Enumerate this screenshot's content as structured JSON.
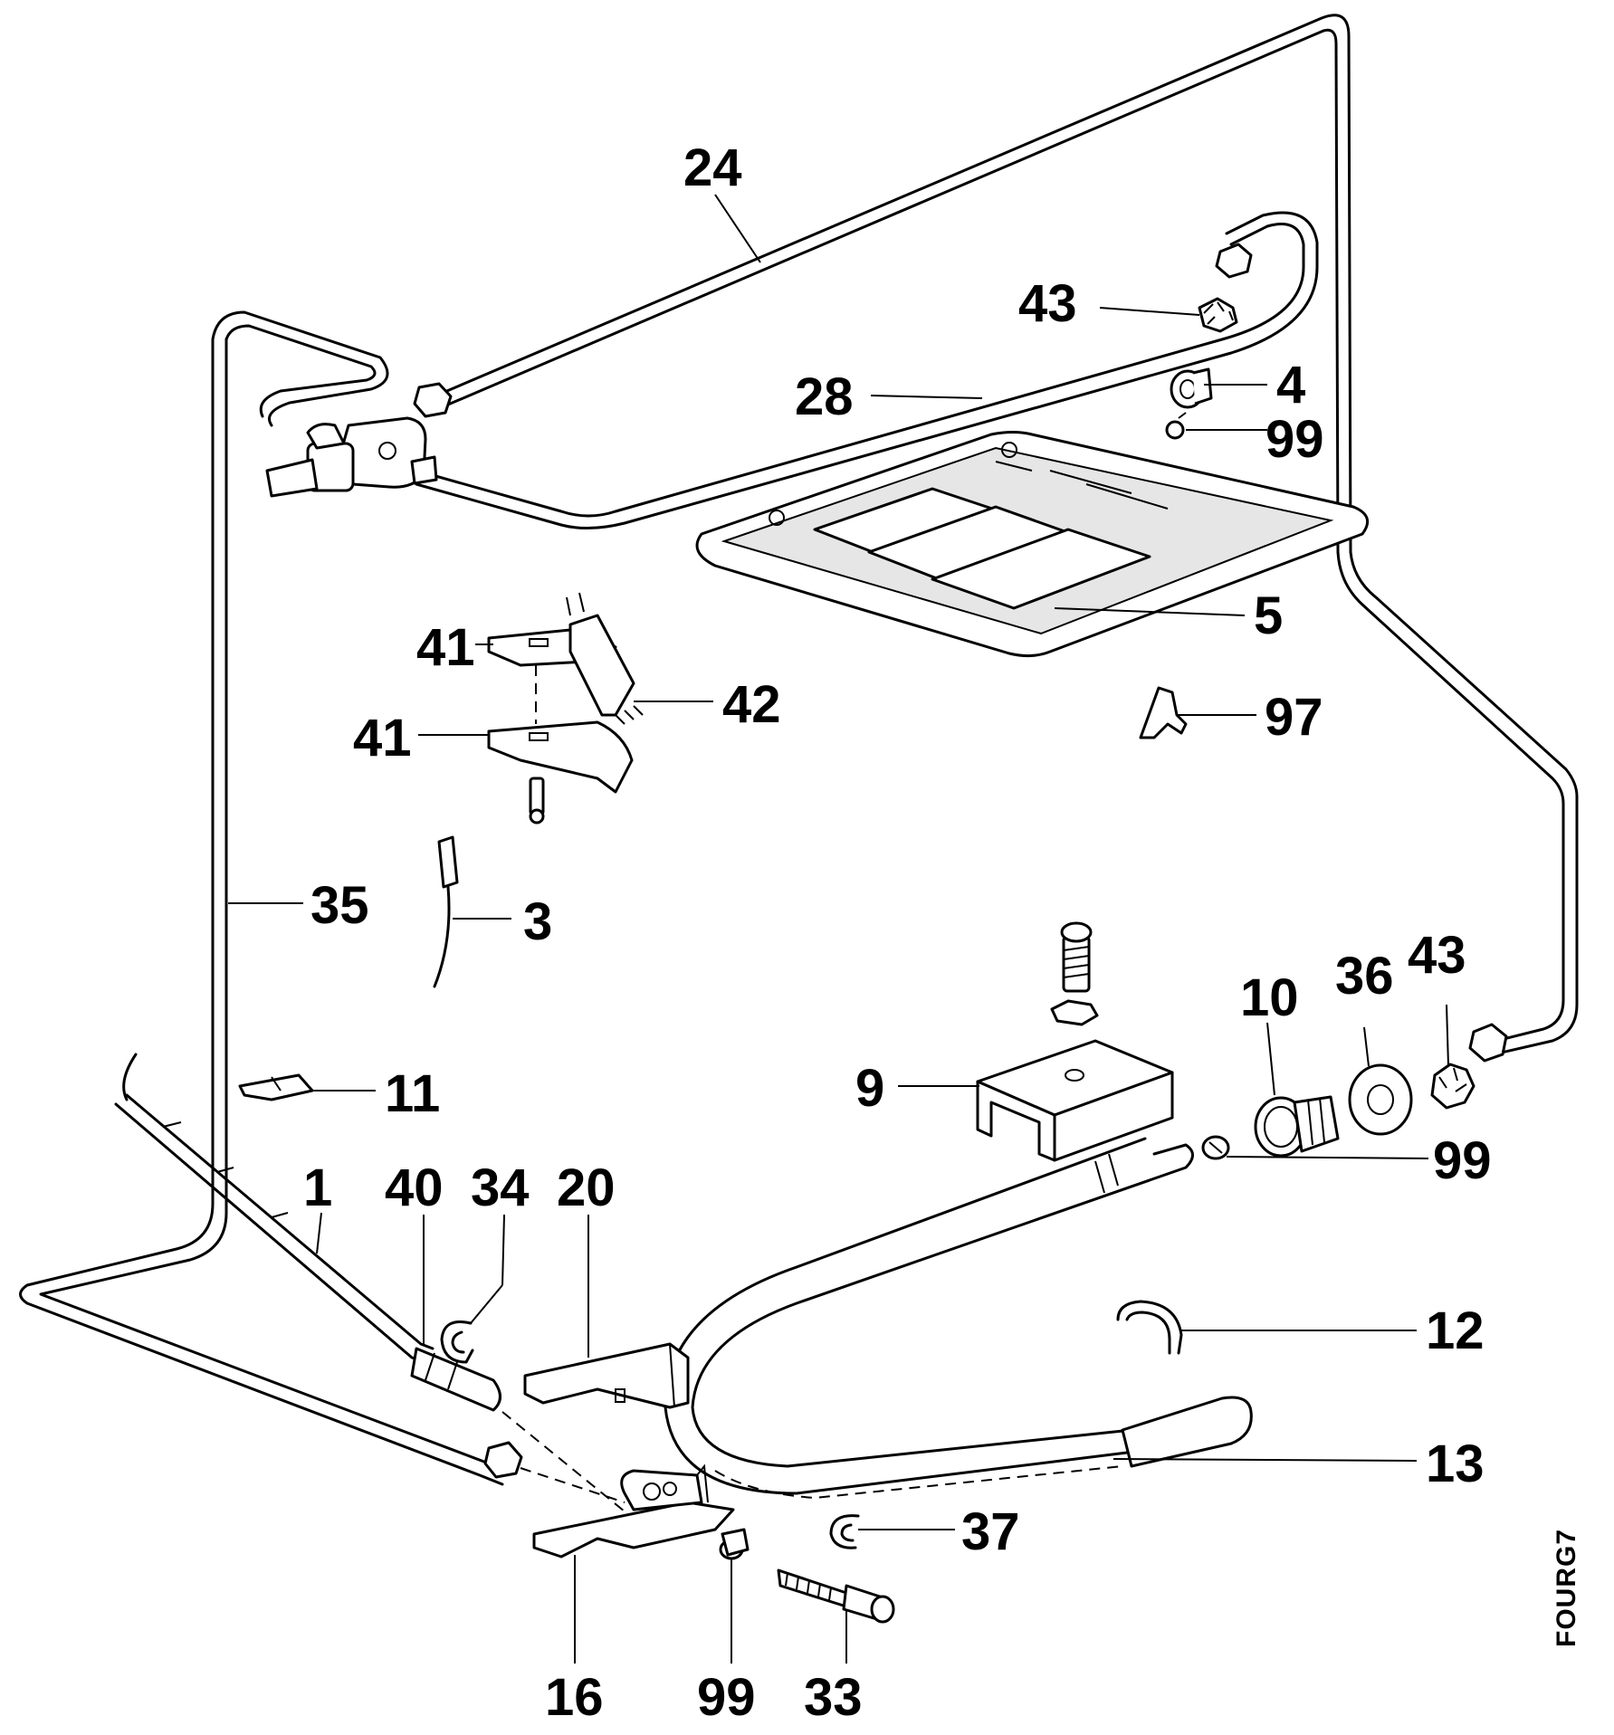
{
  "labels": {
    "l24": "24",
    "l43a": "43",
    "l28": "28",
    "l4": "4",
    "l99a": "99",
    "l5": "5",
    "l41a": "41",
    "l42": "42",
    "l41b": "41",
    "l97": "97",
    "l35": "35",
    "l3": "3",
    "l10": "10",
    "l36": "36",
    "l43b": "43",
    "l9": "9",
    "l11": "11",
    "l99b": "99",
    "l1": "1",
    "l40": "40",
    "l34": "34",
    "l20": "20",
    "l12": "12",
    "l13": "13",
    "l37": "37",
    "l16": "16",
    "l99c": "99",
    "l33": "33"
  },
  "drawing_code": "FOURG7"
}
